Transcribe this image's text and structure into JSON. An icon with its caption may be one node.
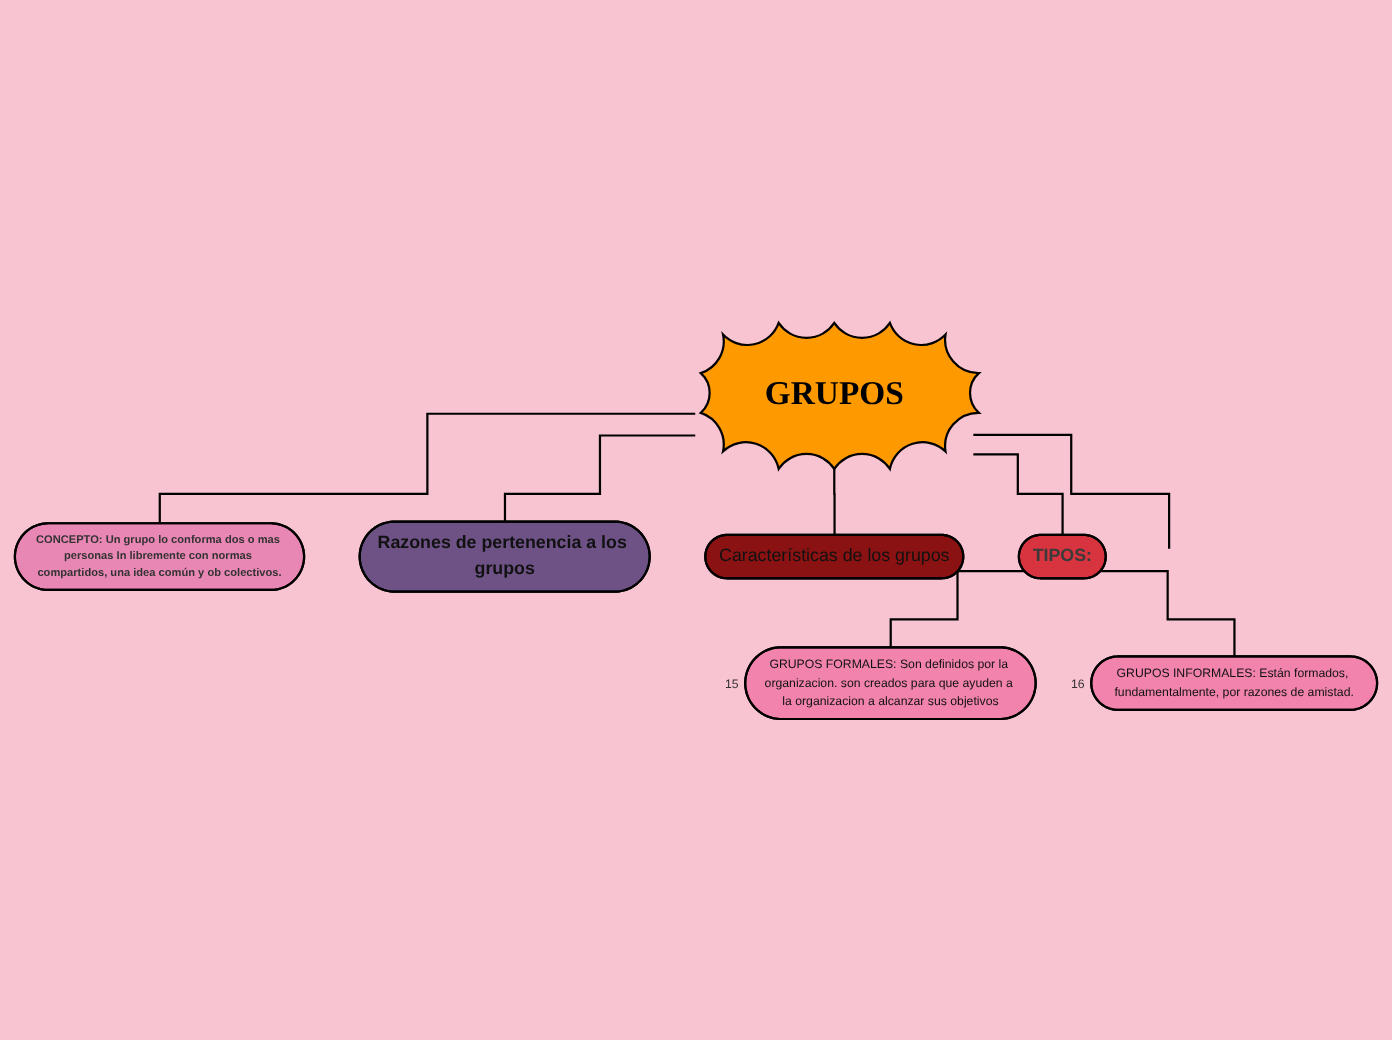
{
  "diagram": {
    "nodes": [
      {
        "text": [
          "GRUPOS"
        ]
      },
      {
        "text": [
          "CONCEPTO: Un grupo lo conforma dos o mas personas In libremente con normas compartidos, una idea común y ob colectivos."
        ]
      },
      {
        "text": [
          "Razones de pertenencia a los grupos"
        ]
      },
      {
        "text": [
          "Características de los grupos"
        ]
      },
      {
        "text": [
          "TIPOS:"
        ]
      },
      {
        "text": [
          "GRUPOS FORMALES: Son definidos por la organizacion. son creados para que ayuden a la organizacion a alcanzar sus objetivos"
        ],
        "beside": [
          "15"
        ]
      },
      {
        "text": [
          "GRUPOS INFORMALES: Están formados, fundamentalmente, por razones de amistad."
        ],
        "beside": [
          "16"
        ]
      }
    ],
    "edges": [
      {
        "from": 0,
        "to": 1,
        "arrow": "none"
      },
      {
        "from": 0,
        "to": 2,
        "arrow": "none"
      },
      {
        "from": 0,
        "to": 3,
        "arrow": "none"
      },
      {
        "from": 0,
        "to": 4,
        "arrow": "none"
      },
      {
        "from": 0,
        "to": null,
        "arrow": "none"
      },
      {
        "from": 4,
        "to": 5,
        "arrow": "none"
      },
      {
        "from": 4,
        "to": 6,
        "arrow": "none"
      }
    ]
  }
}
